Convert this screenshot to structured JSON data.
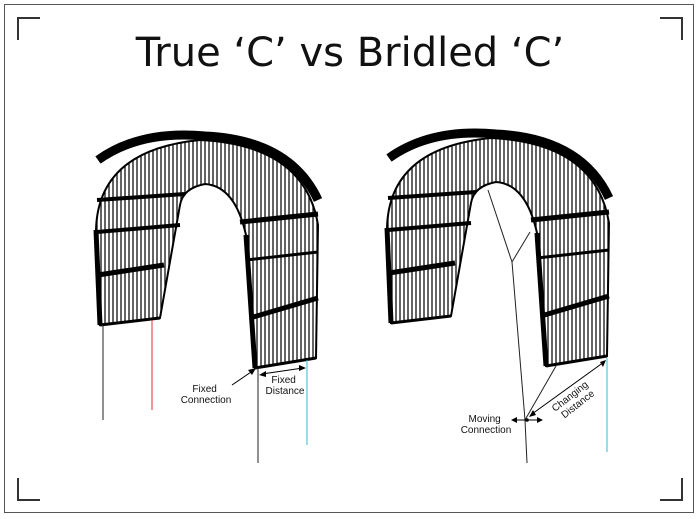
{
  "title": "True ‘C’ vs  Bridled ‘C’",
  "left_kite": {
    "label_connection": [
      "Fixed",
      "Connection"
    ],
    "label_distance": [
      "Fixed",
      "Distance"
    ]
  },
  "right_kite": {
    "label_connection": [
      "Moving",
      "Connection"
    ],
    "label_distance": [
      "Changing",
      "Distance"
    ]
  },
  "colors": {
    "red_line": "#e0303a",
    "cyan_line": "#3ab7d6"
  }
}
